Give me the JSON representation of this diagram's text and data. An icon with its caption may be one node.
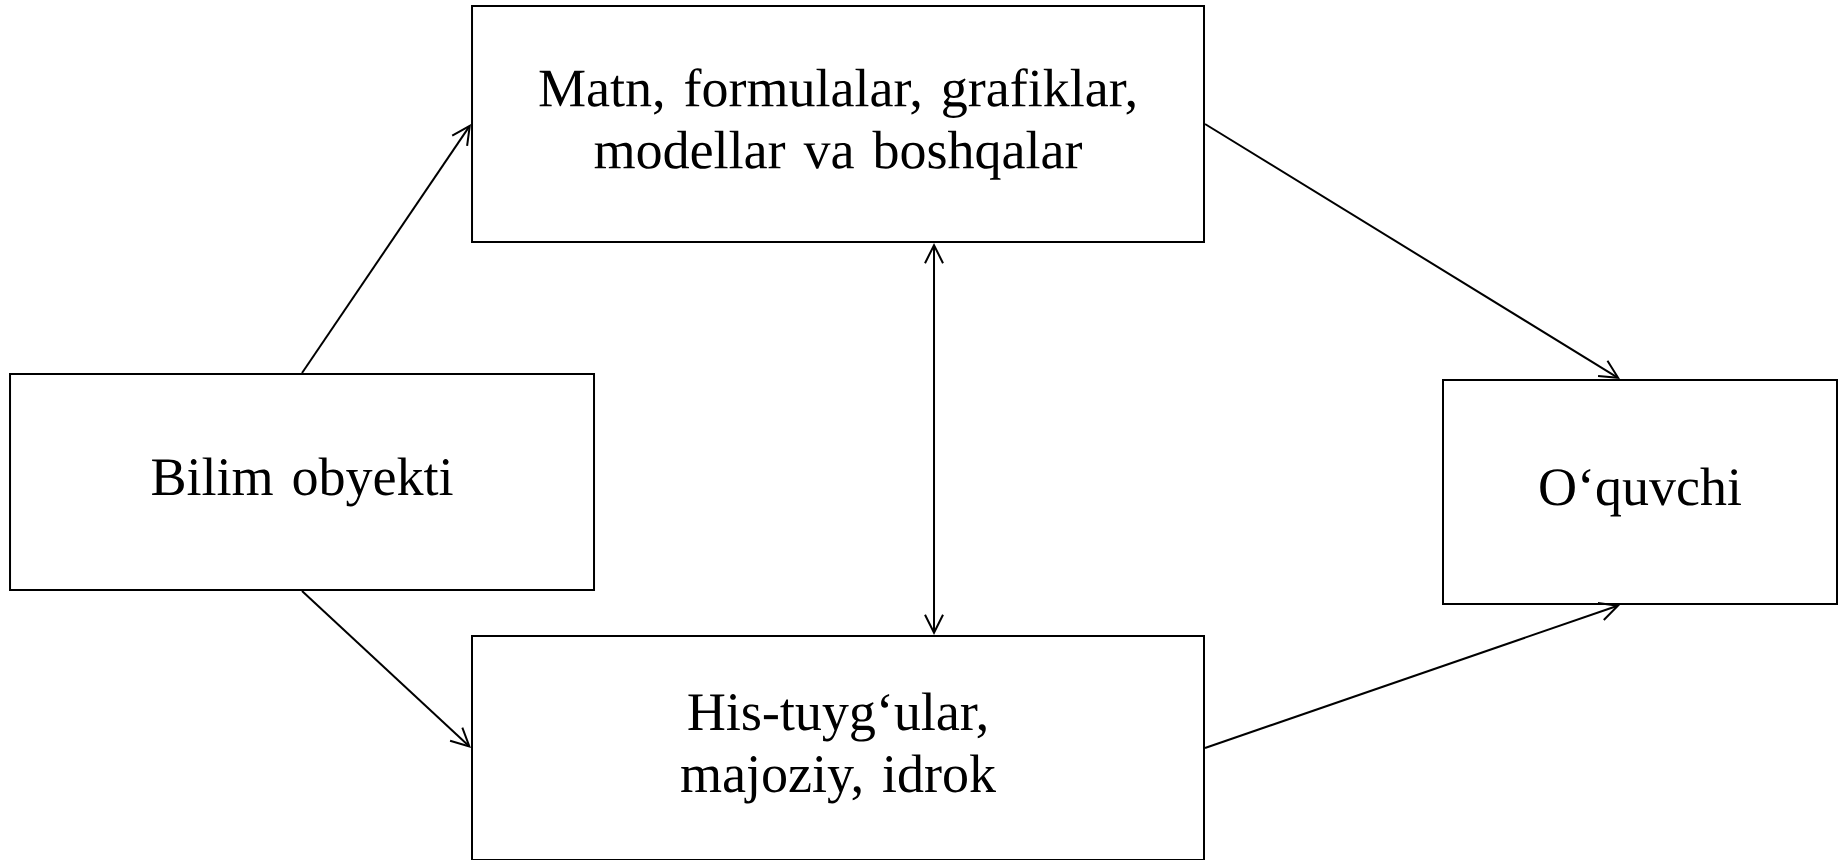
{
  "diagram": {
    "nodes": [
      {
        "text": [
          "Bilim obyekti"
        ]
      },
      {
        "text": [
          "Matn, formulalar, grafiklar, modellar va boshqalar"
        ]
      },
      {
        "text": [
          "O‘quvchi"
        ]
      },
      {
        "text": [
          "His-tuyg‘ular, majoziy, idrok"
        ]
      }
    ],
    "edges": [
      {
        "from": 0,
        "to": 1,
        "arrow": "to"
      },
      {
        "from": 0,
        "to": 3,
        "arrow": "to"
      },
      {
        "from": 1,
        "to": 2,
        "arrow": "to"
      },
      {
        "from": 3,
        "to": 2,
        "arrow": "to"
      },
      {
        "from": 1,
        "to": 3,
        "arrow": "both"
      }
    ]
  }
}
